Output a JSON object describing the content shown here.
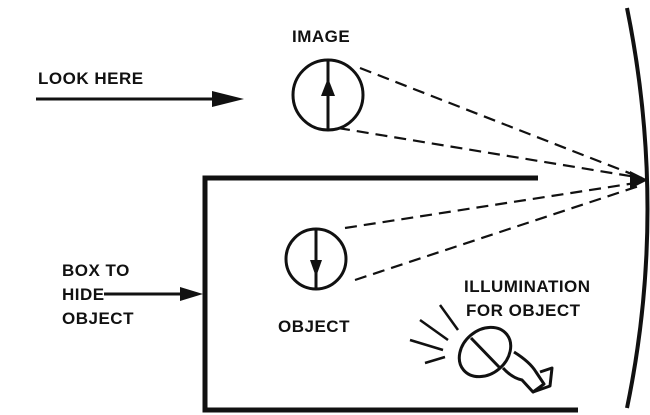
{
  "labels": {
    "image": "IMAGE",
    "look_here": "LOOK HERE",
    "box_to_hide_line1": "BOX TO",
    "box_to_hide_line2": "HIDE",
    "box_to_hide_line3": "OBJECT",
    "object": "OBJECT",
    "illumination_line1": "ILLUMINATION",
    "illumination_line2": "FOR OBJECT"
  },
  "colors": {
    "ink": "#111111",
    "background": "#ffffff"
  }
}
